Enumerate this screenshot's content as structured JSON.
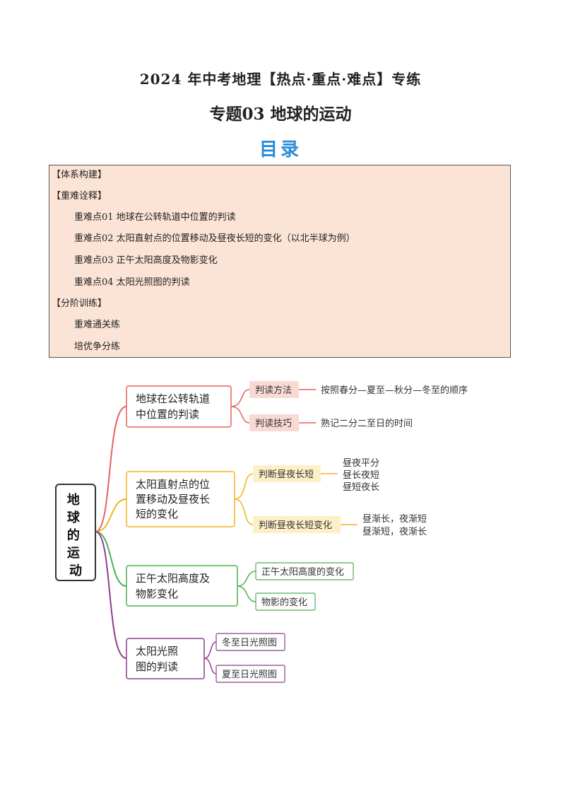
{
  "header": {
    "title_line1": "2024 年中考地理【热点·重点·难点】专练",
    "title_line2": "专题03  地球的运动",
    "toc_heading": "目录"
  },
  "toc": [
    {
      "level": "section",
      "text": "【体系构建】"
    },
    {
      "level": "section",
      "text": "【重难诠释】"
    },
    {
      "level": "sub",
      "text": "重难点01  地球在公转轨道中位置的判读"
    },
    {
      "level": "sub",
      "text": "重难点02  太阳直射点的位置移动及昼夜长短的变化（以北半球为例）"
    },
    {
      "level": "sub",
      "text": "重难点03  正午太阳高度及物影变化"
    },
    {
      "level": "sub",
      "text": "重难点04  太阳光照图的判读"
    },
    {
      "level": "section",
      "text": "【分阶训练】"
    },
    {
      "level": "sub",
      "text": "重难通关练"
    },
    {
      "level": "sub",
      "text": "培优争分练"
    }
  ],
  "mindmap": {
    "root": "地球的运动",
    "colors": {
      "red": "#e8605c",
      "orange": "#f0b41c",
      "green": "#4cb050",
      "purple": "#8d3f8f",
      "root_border": "#333333"
    },
    "branch1": {
      "label_lines": [
        "地球在公转轨道",
        "中位置的判读"
      ],
      "children": [
        {
          "label": "判读方法",
          "leaf": "按照春分—夏至—秋分—冬至的顺序"
        },
        {
          "label": "判读技巧",
          "leaf": "熟记二分二至日的时间"
        }
      ]
    },
    "branch2": {
      "label_lines": [
        "太阳直射点的位",
        "置移动及昼夜长",
        "短的变化"
      ],
      "children": [
        {
          "label": "判断昼夜长短",
          "leaves": [
            "昼夜平分",
            "昼长夜短",
            "昼短夜长"
          ]
        },
        {
          "label": "判断昼夜长短变化",
          "leaves": [
            "昼渐长，夜渐短",
            "昼渐短，夜渐长"
          ]
        }
      ]
    },
    "branch3": {
      "label_lines": [
        "正午太阳高度及",
        "物影变化"
      ],
      "children": [
        {
          "label": "正午太阳高度的变化"
        },
        {
          "label": "物影的变化"
        }
      ]
    },
    "branch4": {
      "label_lines": [
        "太阳光照",
        "图的判读"
      ],
      "children": [
        {
          "label": "冬至日光照图"
        },
        {
          "label": "夏至日光照图"
        }
      ]
    }
  }
}
